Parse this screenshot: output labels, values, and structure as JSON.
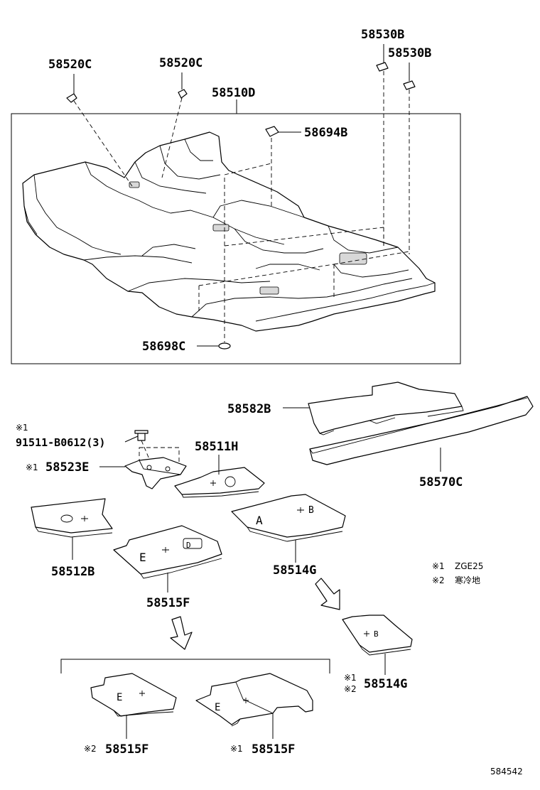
{
  "labels": {
    "p58520c_left": "58520C",
    "p58520c_right": "58520C",
    "p58530b_top": "58530B",
    "p58530b_second": "58530B",
    "p58510d": "58510D",
    "p58694b": "58694B",
    "p58698c": "58698C",
    "p58582b": "58582B",
    "p58570c": "58570C",
    "bolt_mark": "※1",
    "bolt": "91511-B0612(3)",
    "p58523e_mark": "※1",
    "p58523e": "58523E",
    "p58511h": "58511H",
    "p58512b": "58512B",
    "p58514g": "58514G",
    "p58515f": "58515F",
    "p58514g_alt_mark1": "※1",
    "p58514g_alt_mark2": "※2",
    "p58514g_alt": "58514G",
    "p58515f_a_mark": "※2",
    "p58515f_a": "58515F",
    "p58515f_b_mark": "※1",
    "p58515f_b": "58515F"
  },
  "legend": {
    "mark1": "※1",
    "text1": "ZGE25",
    "mark2": "※2",
    "text2": "寒冷地"
  },
  "mat_letters": {
    "a": "A",
    "b": "B",
    "e": "E",
    "d": "D"
  },
  "diagram_number": "584542"
}
